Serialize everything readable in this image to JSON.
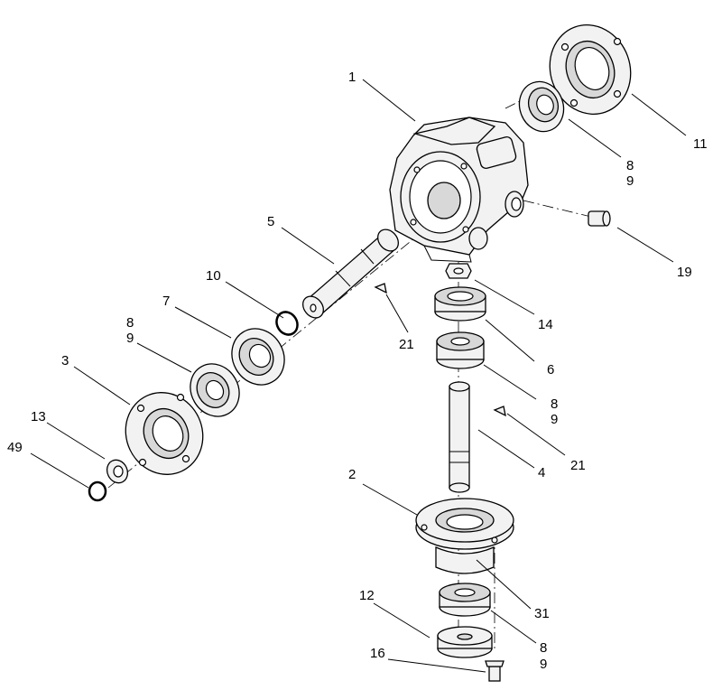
{
  "callouts": [
    {
      "id": "c1",
      "lines": [
        "1"
      ]
    },
    {
      "id": "c11",
      "lines": [
        "11"
      ]
    },
    {
      "id": "c8a",
      "lines": [
        "8",
        "9"
      ]
    },
    {
      "id": "c19",
      "lines": [
        "19"
      ]
    },
    {
      "id": "c5",
      "lines": [
        "5"
      ]
    },
    {
      "id": "c10",
      "lines": [
        "10"
      ]
    },
    {
      "id": "c7",
      "lines": [
        "7"
      ]
    },
    {
      "id": "c8b",
      "lines": [
        "8",
        "9"
      ]
    },
    {
      "id": "c3",
      "lines": [
        "3"
      ]
    },
    {
      "id": "c13",
      "lines": [
        "13"
      ]
    },
    {
      "id": "c49",
      "lines": [
        "49"
      ]
    },
    {
      "id": "c21a",
      "lines": [
        "21"
      ]
    },
    {
      "id": "c14",
      "lines": [
        "14"
      ]
    },
    {
      "id": "c6",
      "lines": [
        "6"
      ]
    },
    {
      "id": "c8c",
      "lines": [
        "8",
        "9"
      ]
    },
    {
      "id": "c21b",
      "lines": [
        "21"
      ]
    },
    {
      "id": "c4",
      "lines": [
        "4"
      ]
    },
    {
      "id": "c2",
      "lines": [
        "2"
      ]
    },
    {
      "id": "c31",
      "lines": [
        "31"
      ]
    },
    {
      "id": "c12",
      "lines": [
        "12"
      ]
    },
    {
      "id": "c8d",
      "lines": [
        "8",
        "9"
      ]
    },
    {
      "id": "c16",
      "lines": [
        "16"
      ]
    }
  ]
}
